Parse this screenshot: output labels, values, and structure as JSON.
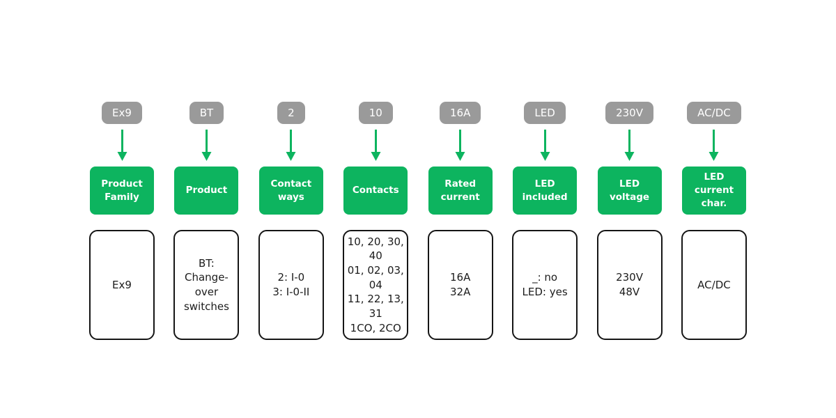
{
  "colors": {
    "badge_gray": "#9a9a9a",
    "accent_green": "#0db45f",
    "box_border": "#151515",
    "text_dark": "#1c1c1c",
    "text_light": "#ffffff"
  },
  "columns": [
    {
      "code": "Ex9",
      "label_lines": [
        "Product",
        "Family"
      ],
      "detail_lines": [
        "Ex9"
      ]
    },
    {
      "code": "BT",
      "label_lines": [
        "Product"
      ],
      "detail_lines": [
        "BT:",
        "Change-",
        "over",
        "switches"
      ]
    },
    {
      "code": "2",
      "label_lines": [
        "Contact",
        "ways"
      ],
      "detail_lines": [
        "2: I-0",
        "3: I-0-II"
      ]
    },
    {
      "code": "10",
      "label_lines": [
        "Contacts"
      ],
      "detail_lines": [
        "10, 20, 30,",
        "40",
        "01, 02, 03,",
        "04",
        "11, 22, 13,",
        "31",
        "1CO, 2CO"
      ]
    },
    {
      "code": "16A",
      "label_lines": [
        "Rated",
        "current"
      ],
      "detail_lines": [
        "16A",
        "32A"
      ]
    },
    {
      "code": "LED",
      "label_lines": [
        "LED",
        "included"
      ],
      "detail_lines": [
        "_: no",
        "LED: yes"
      ]
    },
    {
      "code": "230V",
      "label_lines": [
        "LED",
        "voltage"
      ],
      "detail_lines": [
        "230V",
        "48V"
      ]
    },
    {
      "code": "AC/DC",
      "label_lines": [
        "LED current",
        "char."
      ],
      "detail_lines": [
        "AC/DC"
      ]
    }
  ]
}
